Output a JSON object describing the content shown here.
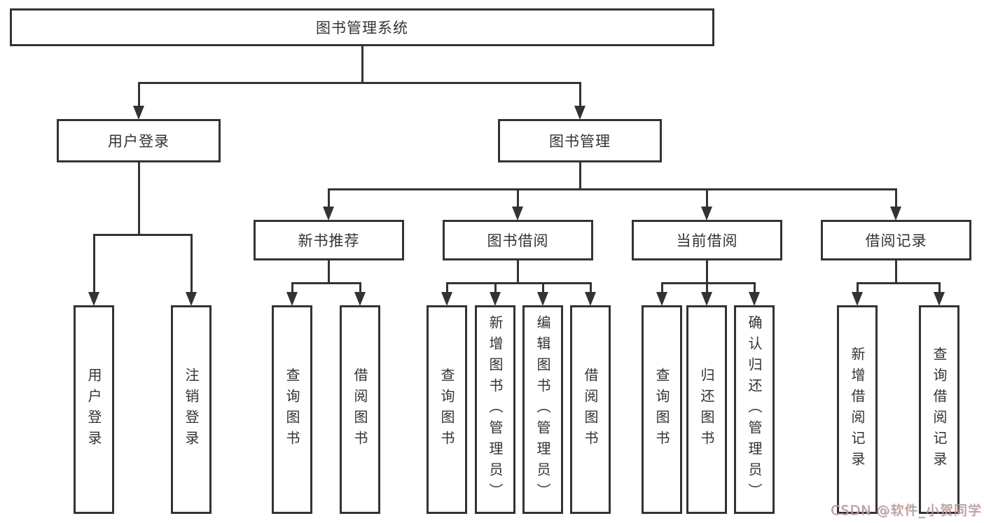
{
  "page": {
    "background": "#ffffff"
  },
  "colors": {
    "line": "#333333",
    "box_border": "#333333",
    "text": "#333333",
    "watermark_text": "#a6a6a6",
    "watermark_shadow": "#e7605a"
  },
  "tree": {
    "root": {
      "label": "图书管理系统"
    },
    "branches": [
      {
        "label": "用户登录",
        "children": [
          "用户登录",
          "注销登录"
        ]
      },
      {
        "label": "图书管理",
        "groups": [
          {
            "label": "新书推荐",
            "children": [
              "查询图书",
              "借阅图书"
            ]
          },
          {
            "label": "图书借阅",
            "children": [
              "查询图书",
              "新增图书（管理员）",
              "编辑图书（管理员）",
              "借阅图书"
            ]
          },
          {
            "label": "当前借阅",
            "children": [
              "查询图书",
              "归还图书",
              "确认归还（管理员）"
            ]
          },
          {
            "label": "借阅记录",
            "children": [
              "新增借阅记录",
              "查询借阅记录"
            ]
          }
        ]
      }
    ]
  },
  "watermark": "CSDN @软件_小贺同学"
}
